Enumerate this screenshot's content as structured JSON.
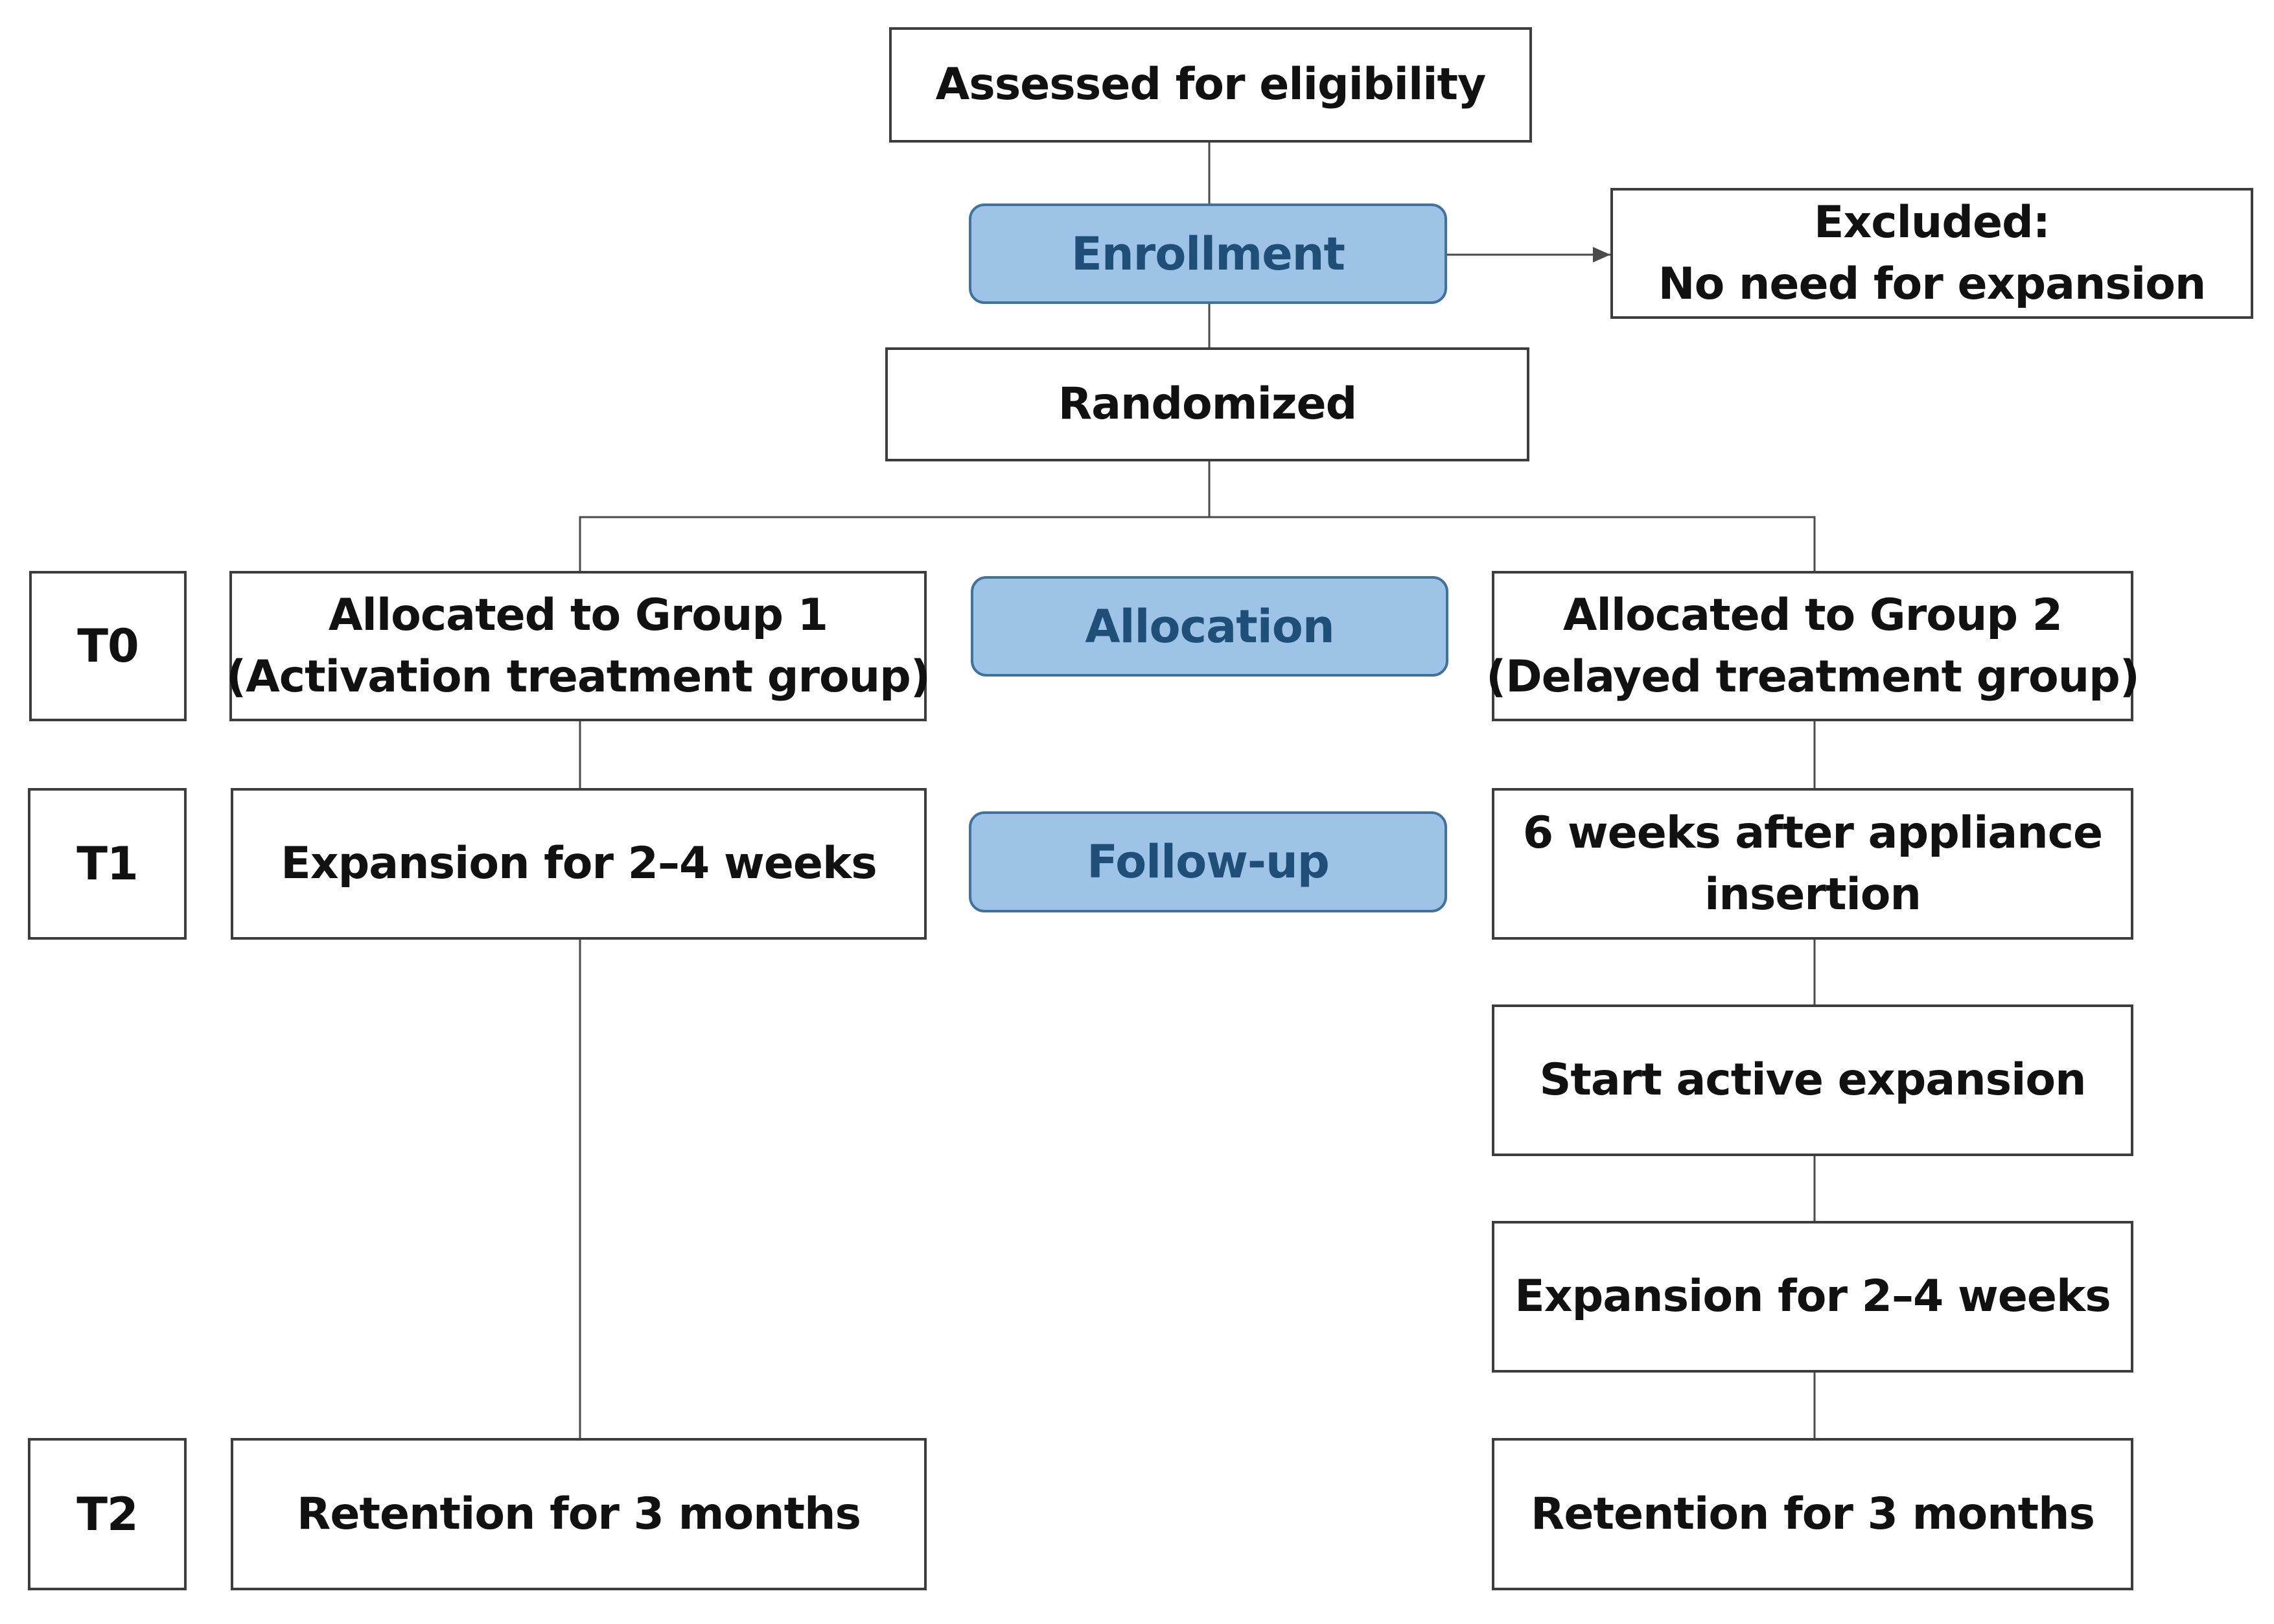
{
  "colors": {
    "phase_fill": "#9dc3e6",
    "phase_border": "#41719c",
    "phase_text": "#1f4e79",
    "box_border": "#3d3d3d",
    "connector": "#4a4a4a"
  },
  "flowchart": {
    "assessed": "Assessed for eligibility",
    "randomized": "Randomized",
    "excluded": {
      "line1": "Excluded:",
      "line2": "No need for expansion"
    },
    "phases": {
      "enrollment": "Enrollment",
      "allocation": "Allocation",
      "follow_up": "Follow-up"
    },
    "timepoints": {
      "t0": "T0",
      "t1": "T1",
      "t2": "T2"
    },
    "group1": {
      "allocated": {
        "line1": "Allocated to Group 1",
        "line2": "(Activation treatment group)"
      },
      "t1": "Expansion for 2–4 weeks",
      "t2": "Retention for 3 months"
    },
    "group2": {
      "allocated": {
        "line1": "Allocated to Group 2",
        "line2": "(Delayed treatment group)"
      },
      "t1": {
        "line1": "6 weeks after appliance",
        "line2": "insertion"
      },
      "start": "Start active expansion",
      "expansion": "Expansion for 2–4 weeks",
      "t2": "Retention for 3 months"
    }
  }
}
